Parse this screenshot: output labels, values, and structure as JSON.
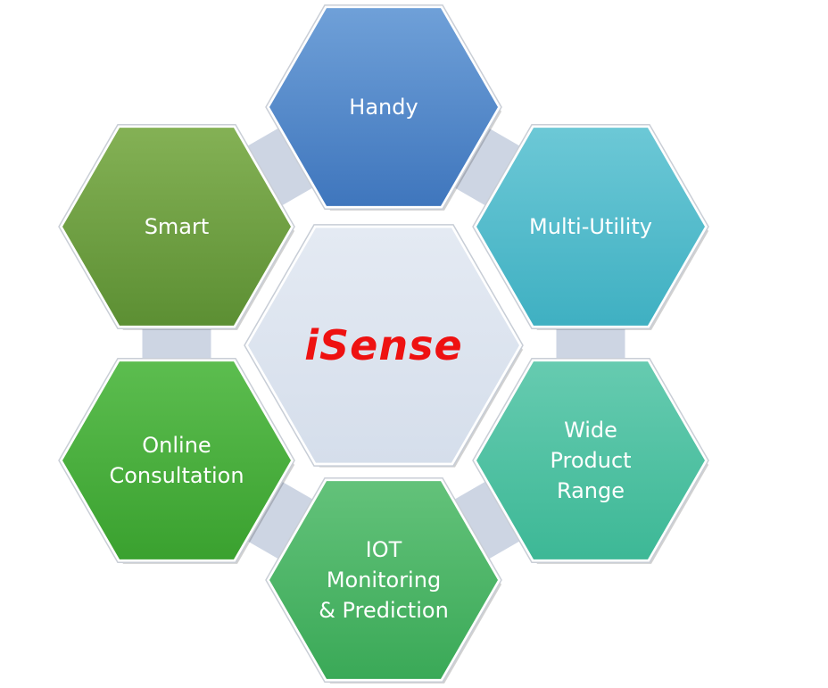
{
  "center": {
    "title": "iSense",
    "color": "#ee1111"
  },
  "hexagons": [
    {
      "id": "handy",
      "lines": [
        "Handy"
      ],
      "color_top": "#6fa0d8",
      "color_bottom": "#3f76bd"
    },
    {
      "id": "multi-utility",
      "lines": [
        "Multi-Utility"
      ],
      "color_top": "#6cc8d6",
      "color_bottom": "#3fb0c2"
    },
    {
      "id": "wide-product-range",
      "lines": [
        "Wide",
        "Product",
        "Range"
      ],
      "color_top": "#66cbb0",
      "color_bottom": "#3db896"
    },
    {
      "id": "iot-monitoring-prediction",
      "lines": [
        "IOT",
        "Monitoring",
        "& Prediction"
      ],
      "color_top": "#63c27a",
      "color_bottom": "#3aa957"
    },
    {
      "id": "online-consultation",
      "lines": [
        "Online",
        "Consultation"
      ],
      "color_top": "#5cbd4f",
      "color_bottom": "#3aa12f"
    },
    {
      "id": "smart",
      "lines": [
        "Smart"
      ],
      "color_top": "#84b155",
      "color_bottom": "#5c8f33"
    }
  ],
  "connector_color": "#cdd5e3",
  "center_fill": "#d5deeb"
}
